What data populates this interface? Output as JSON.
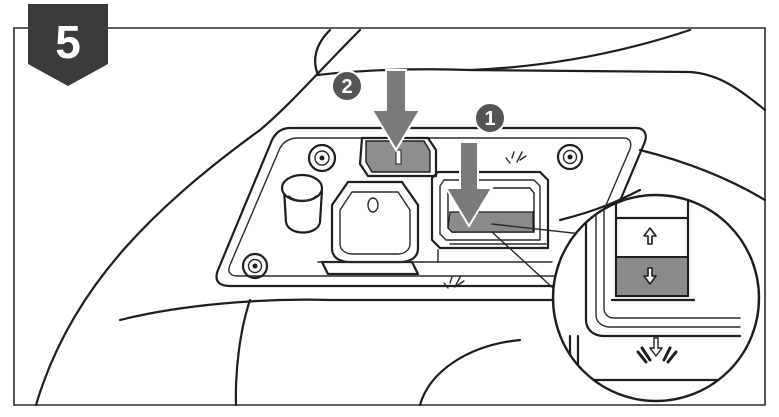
{
  "step": {
    "number": "5"
  },
  "callouts": [
    {
      "id": "callout-2",
      "label": "2"
    },
    {
      "id": "callout-1",
      "label": "1"
    }
  ],
  "colors": {
    "badge": "#3b3b3b",
    "arrow": "#7a7a7a",
    "callout": "#555555",
    "switch_lower": "#8a8a8a",
    "line": "#1e1e1e"
  },
  "icons": {
    "up": "arrow-up-icon",
    "down": "arrow-down-icon",
    "vacuum": "vacuum-symbol-icon"
  }
}
